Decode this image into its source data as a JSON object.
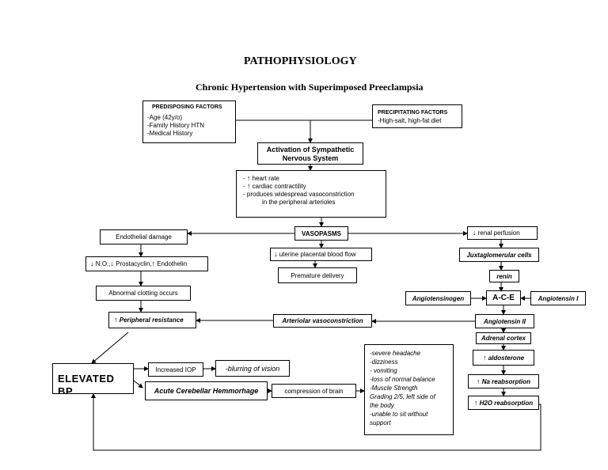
{
  "title": "PATHOPHYSIOLOGY",
  "subtitle": "Chronic Hypertension with Superimposed Preeclampsia",
  "arrow_up": "↑",
  "arrow_down": "↓",
  "predisposing": {
    "heading": "PREDISPOSING  FACTORS",
    "items": [
      "-Age (42y/o)",
      "-Family History HTN",
      "-Medical History"
    ]
  },
  "precipitating": {
    "heading": "PRECIPITATING  FACTORS",
    "items": [
      "-High-salt, high-fat diet"
    ]
  },
  "sympathetic": [
    "Activation of Sympathetic",
    "Nervous System"
  ],
  "cardiac": {
    "heart_rate": "heart rate",
    "contractility": "cardiac contractility",
    "vaso_1": "-   produces  widespread  vasoconstriction",
    "vaso_2": "in the peripheral  arterioles",
    "dash": "-"
  },
  "vasopasms": "VASOPASMS",
  "endothelial_damage": "Endothelial damage",
  "no_line": {
    "no": "N.O.,",
    "prostacyclin": "Prostacyclin,",
    "endothelin": "Endothelin"
  },
  "abnormal_clotting": "Abnormal clotting occurs",
  "peripheral_resistance": "Peripheral resistance",
  "elevated_bp": "ELEVATED BP",
  "increased_iop": "Increased IOP",
  "blurring": "-blurring of vision",
  "cerebellar": "Acute Cerebellar Hemmorhage",
  "compression": "compression of brain",
  "symptoms": [
    "-severe headache",
    "-dizziness",
    "- vomiting",
    "-loss of normal balance",
    "-Muscle Strength",
    "Grading 2/5, left side of",
    "the body",
    "-unable to sit without",
    "support"
  ],
  "uterine": "uterine placental blood flow",
  "premature": "Premature delivery",
  "arteriolar": "Arteriolar vasoconstriction",
  "renal_perfusion": "renal perfusion",
  "juxta": "Juxtaglomerular cells",
  "renin": "renin",
  "angiotensinogen": "Angiotensinogen",
  "ace": "A-C-E",
  "angiotensin_1": "Angiotensin I",
  "angiotensin_2": "Angiotensin II",
  "adrenal_cortex": "Adrenal cortex",
  "aldosterone": "aldosterone",
  "na_reabsorption": "Na reabsorption",
  "h2o_reabsorption": "H2O reabsorption"
}
